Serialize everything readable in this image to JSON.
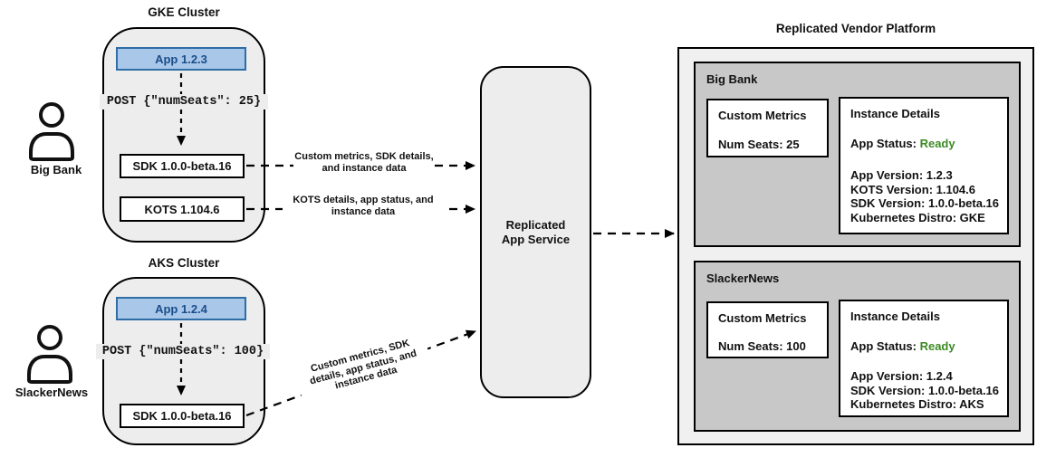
{
  "colors": {
    "app_box_fill": "#a9c7e8",
    "app_box_border": "#2e6da6",
    "app_box_text": "#1a4e8a",
    "status_ready_green": "#3c8a25",
    "cluster_fill": "#ededed",
    "panel_fill": "#c8c8c8",
    "platform_fill": "#f0f0f0"
  },
  "actors": [
    {
      "name": "Big Bank"
    },
    {
      "name": "SlackerNews"
    }
  ],
  "clusters": [
    {
      "title": "GKE Cluster",
      "app_label": "App 1.2.3",
      "post_request": "POST {\"numSeats\": 25}",
      "sdk_label": "SDK 1.0.0-beta.16",
      "kots_label": "KOTS 1.104.6"
    },
    {
      "title": "AKS Cluster",
      "app_label": "App 1.2.4",
      "post_request": "POST {\"numSeats\": 100}",
      "sdk_label": "SDK 1.0.0-beta.16"
    }
  ],
  "arrows": {
    "gke_sdk_label": "Custom metrics, SDK details, and instance data",
    "gke_kots_label": "KOTS details, app status, and instance data",
    "aks_sdk_label": "Custom metrics, SDK details, app status, and instance data"
  },
  "service": {
    "label": "Replicated App Service"
  },
  "platform": {
    "title": "Replicated Vendor Platform",
    "panels": [
      {
        "name": "Big Bank",
        "custom_metrics_title": "Custom Metrics",
        "custom_metrics_value": "Num Seats: 25",
        "instance_details_title": "Instance Details",
        "app_status_label": "App Status:",
        "app_status_value": "Ready",
        "details": [
          "App Version: 1.2.3",
          "KOTS Version: 1.104.6",
          "SDK Version: 1.0.0-beta.16",
          "Kubernetes Distro: GKE"
        ]
      },
      {
        "name": "SlackerNews",
        "custom_metrics_title": "Custom Metrics",
        "custom_metrics_value": "Num Seats: 100",
        "instance_details_title": "Instance Details",
        "app_status_label": "App Status:",
        "app_status_value": "Ready",
        "details": [
          "App Version: 1.2.4",
          "SDK Version: 1.0.0-beta.16",
          "Kubernetes Distro: AKS"
        ]
      }
    ]
  }
}
